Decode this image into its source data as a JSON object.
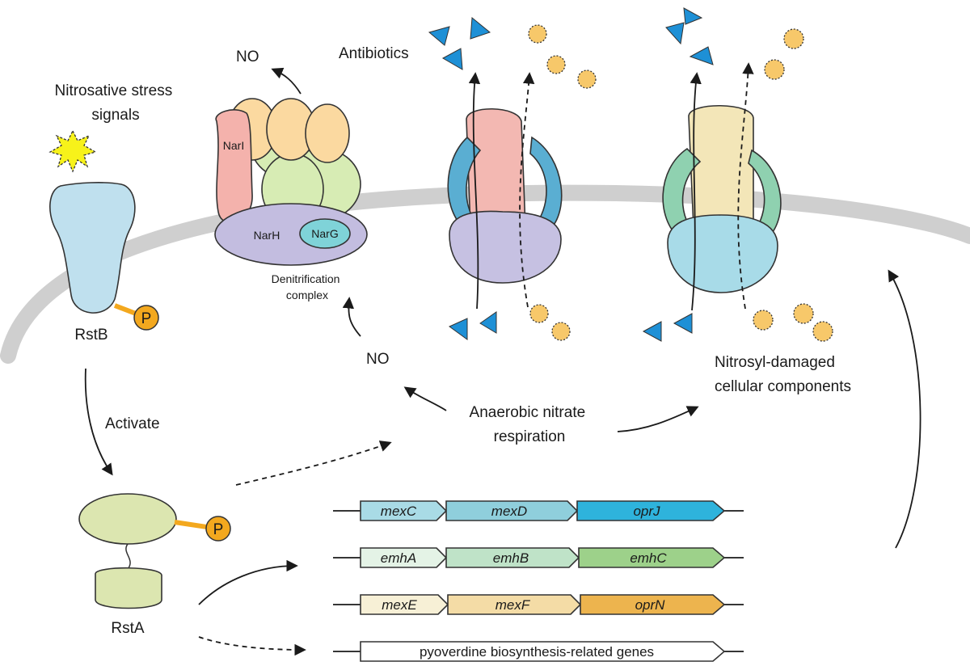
{
  "labels": {
    "nitrosative_signals_line1": "Nitrosative stress",
    "nitrosative_signals_line2": "signals",
    "rstb": "RstB",
    "rsta": "RstA",
    "phospho": "P",
    "activate": "Activate",
    "no_top": "NO",
    "no_mid": "NO",
    "antibiotics": "Antibiotics",
    "narI": "NarI",
    "narH": "NarH",
    "narG": "NarG",
    "denitrification_line1": "Denitrification",
    "denitrification_line2": "complex",
    "anaerobic_line1": "Anaerobic nitrate",
    "anaerobic_line2": "respiration",
    "nitrosyl_line1": "Nitrosyl-damaged",
    "nitrosyl_line2": "cellular components"
  },
  "operons": [
    {
      "genes": [
        {
          "name": "mexC",
          "color": "#a9dbe6"
        },
        {
          "name": "mexD",
          "color": "#8fcfdc"
        },
        {
          "name": "oprJ",
          "color": "#2eb3dc"
        }
      ]
    },
    {
      "genes": [
        {
          "name": "emhA",
          "color": "#e4f3e6"
        },
        {
          "name": "emhB",
          "color": "#bfe3c8"
        },
        {
          "name": "emhC",
          "color": "#9dd18a"
        }
      ]
    },
    {
      "genes": [
        {
          "name": "mexE",
          "color": "#f7f0d6"
        },
        {
          "name": "mexF",
          "color": "#f4dca6"
        },
        {
          "name": "oprN",
          "color": "#edb44e"
        }
      ]
    }
  ],
  "pyoverdine": "pyoverdine biosynthesis-related genes",
  "colors": {
    "membrane": "#cfcfcf",
    "rstb": "#bfe0ee",
    "rsta": "#dce6b0",
    "phospho": "#f3a81e",
    "narI": "#f4b2ac",
    "narH": "#c3bde0",
    "narG": "#7fd3d8",
    "orange_sub": "#fbd9a0",
    "green_sub": "#d7ecb4",
    "pump1_channel": "#f3b8b2",
    "pump1_sides": "#5aaed2",
    "pump1_base": "#c6c1e2",
    "pump2_channel": "#f3e6b8",
    "pump2_sides": "#8fd1b0",
    "pump2_base": "#a8dbe8",
    "antibiotic": "#1e90d6",
    "no_molecule": "#f7c86a"
  }
}
